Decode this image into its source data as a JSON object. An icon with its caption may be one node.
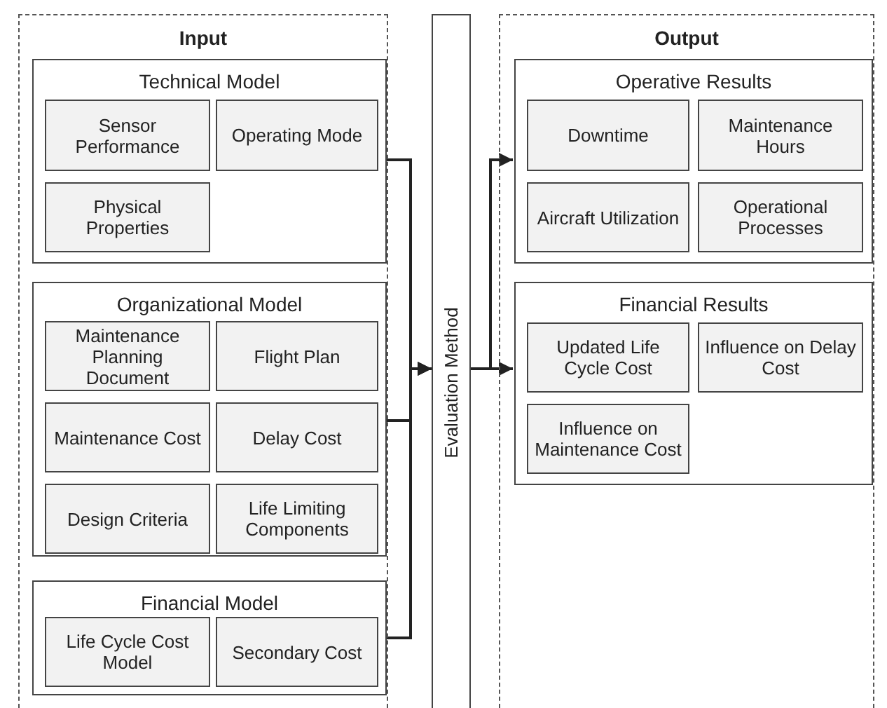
{
  "diagram": {
    "nodes": [
      {
        "text": [
          "Input"
        ]
      },
      {
        "text": [
          "Technical Model"
        ],
        "in": 0
      },
      {
        "text": [
          "Sensor Performance"
        ],
        "in": 1
      },
      {
        "text": [
          "Operating Mode"
        ],
        "in": 1
      },
      {
        "text": [
          "Physical Properties"
        ],
        "in": 1
      },
      {
        "text": [
          "Organizational Model"
        ],
        "in": 0
      },
      {
        "text": [
          "Maintenance Planning Document"
        ],
        "in": 5
      },
      {
        "text": [
          "Flight Plan"
        ],
        "in": 5
      },
      {
        "text": [
          "Maintenance Cost"
        ],
        "in": 5
      },
      {
        "text": [
          "Delay Cost"
        ],
        "in": 5
      },
      {
        "text": [
          "Design Criteria"
        ],
        "in": 5
      },
      {
        "text": [
          "Life Limiting Components"
        ],
        "in": 5
      },
      {
        "text": [
          "Financial Model"
        ],
        "in": 0
      },
      {
        "text": [
          "Life Cycle Cost Model"
        ],
        "in": 12
      },
      {
        "text": [
          "Secondary Cost"
        ],
        "in": 12
      },
      {
        "text": [
          "Evaluation Method"
        ]
      },
      {
        "text": [
          "Output"
        ]
      },
      {
        "text": [
          "Operative Results"
        ],
        "in": 16
      },
      {
        "text": [
          "Downtime"
        ],
        "in": 17
      },
      {
        "text": [
          "Maintenance Hours"
        ],
        "in": 17
      },
      {
        "text": [
          "Aircraft Utilization"
        ],
        "in": 17
      },
      {
        "text": [
          "Operational Processes"
        ],
        "in": 17
      },
      {
        "text": [
          "Financial Results"
        ],
        "in": 16
      },
      {
        "text": [
          "Updated Life Cycle Cost"
        ],
        "in": 22
      },
      {
        "text": [
          "Influence on Delay Cost"
        ],
        "in": 22
      },
      {
        "text": [
          "Influence on Maintenance Cost"
        ],
        "in": 22
      }
    ],
    "edges": [
      {
        "from": 1,
        "to": 15,
        "arrow": "to"
      },
      {
        "from": 5,
        "to": 15,
        "arrow": "to"
      },
      {
        "from": 12,
        "to": 15,
        "arrow": "to"
      },
      {
        "from": 15,
        "to": 17,
        "arrow": "to"
      },
      {
        "from": 15,
        "to": 22,
        "arrow": "to"
      }
    ]
  }
}
